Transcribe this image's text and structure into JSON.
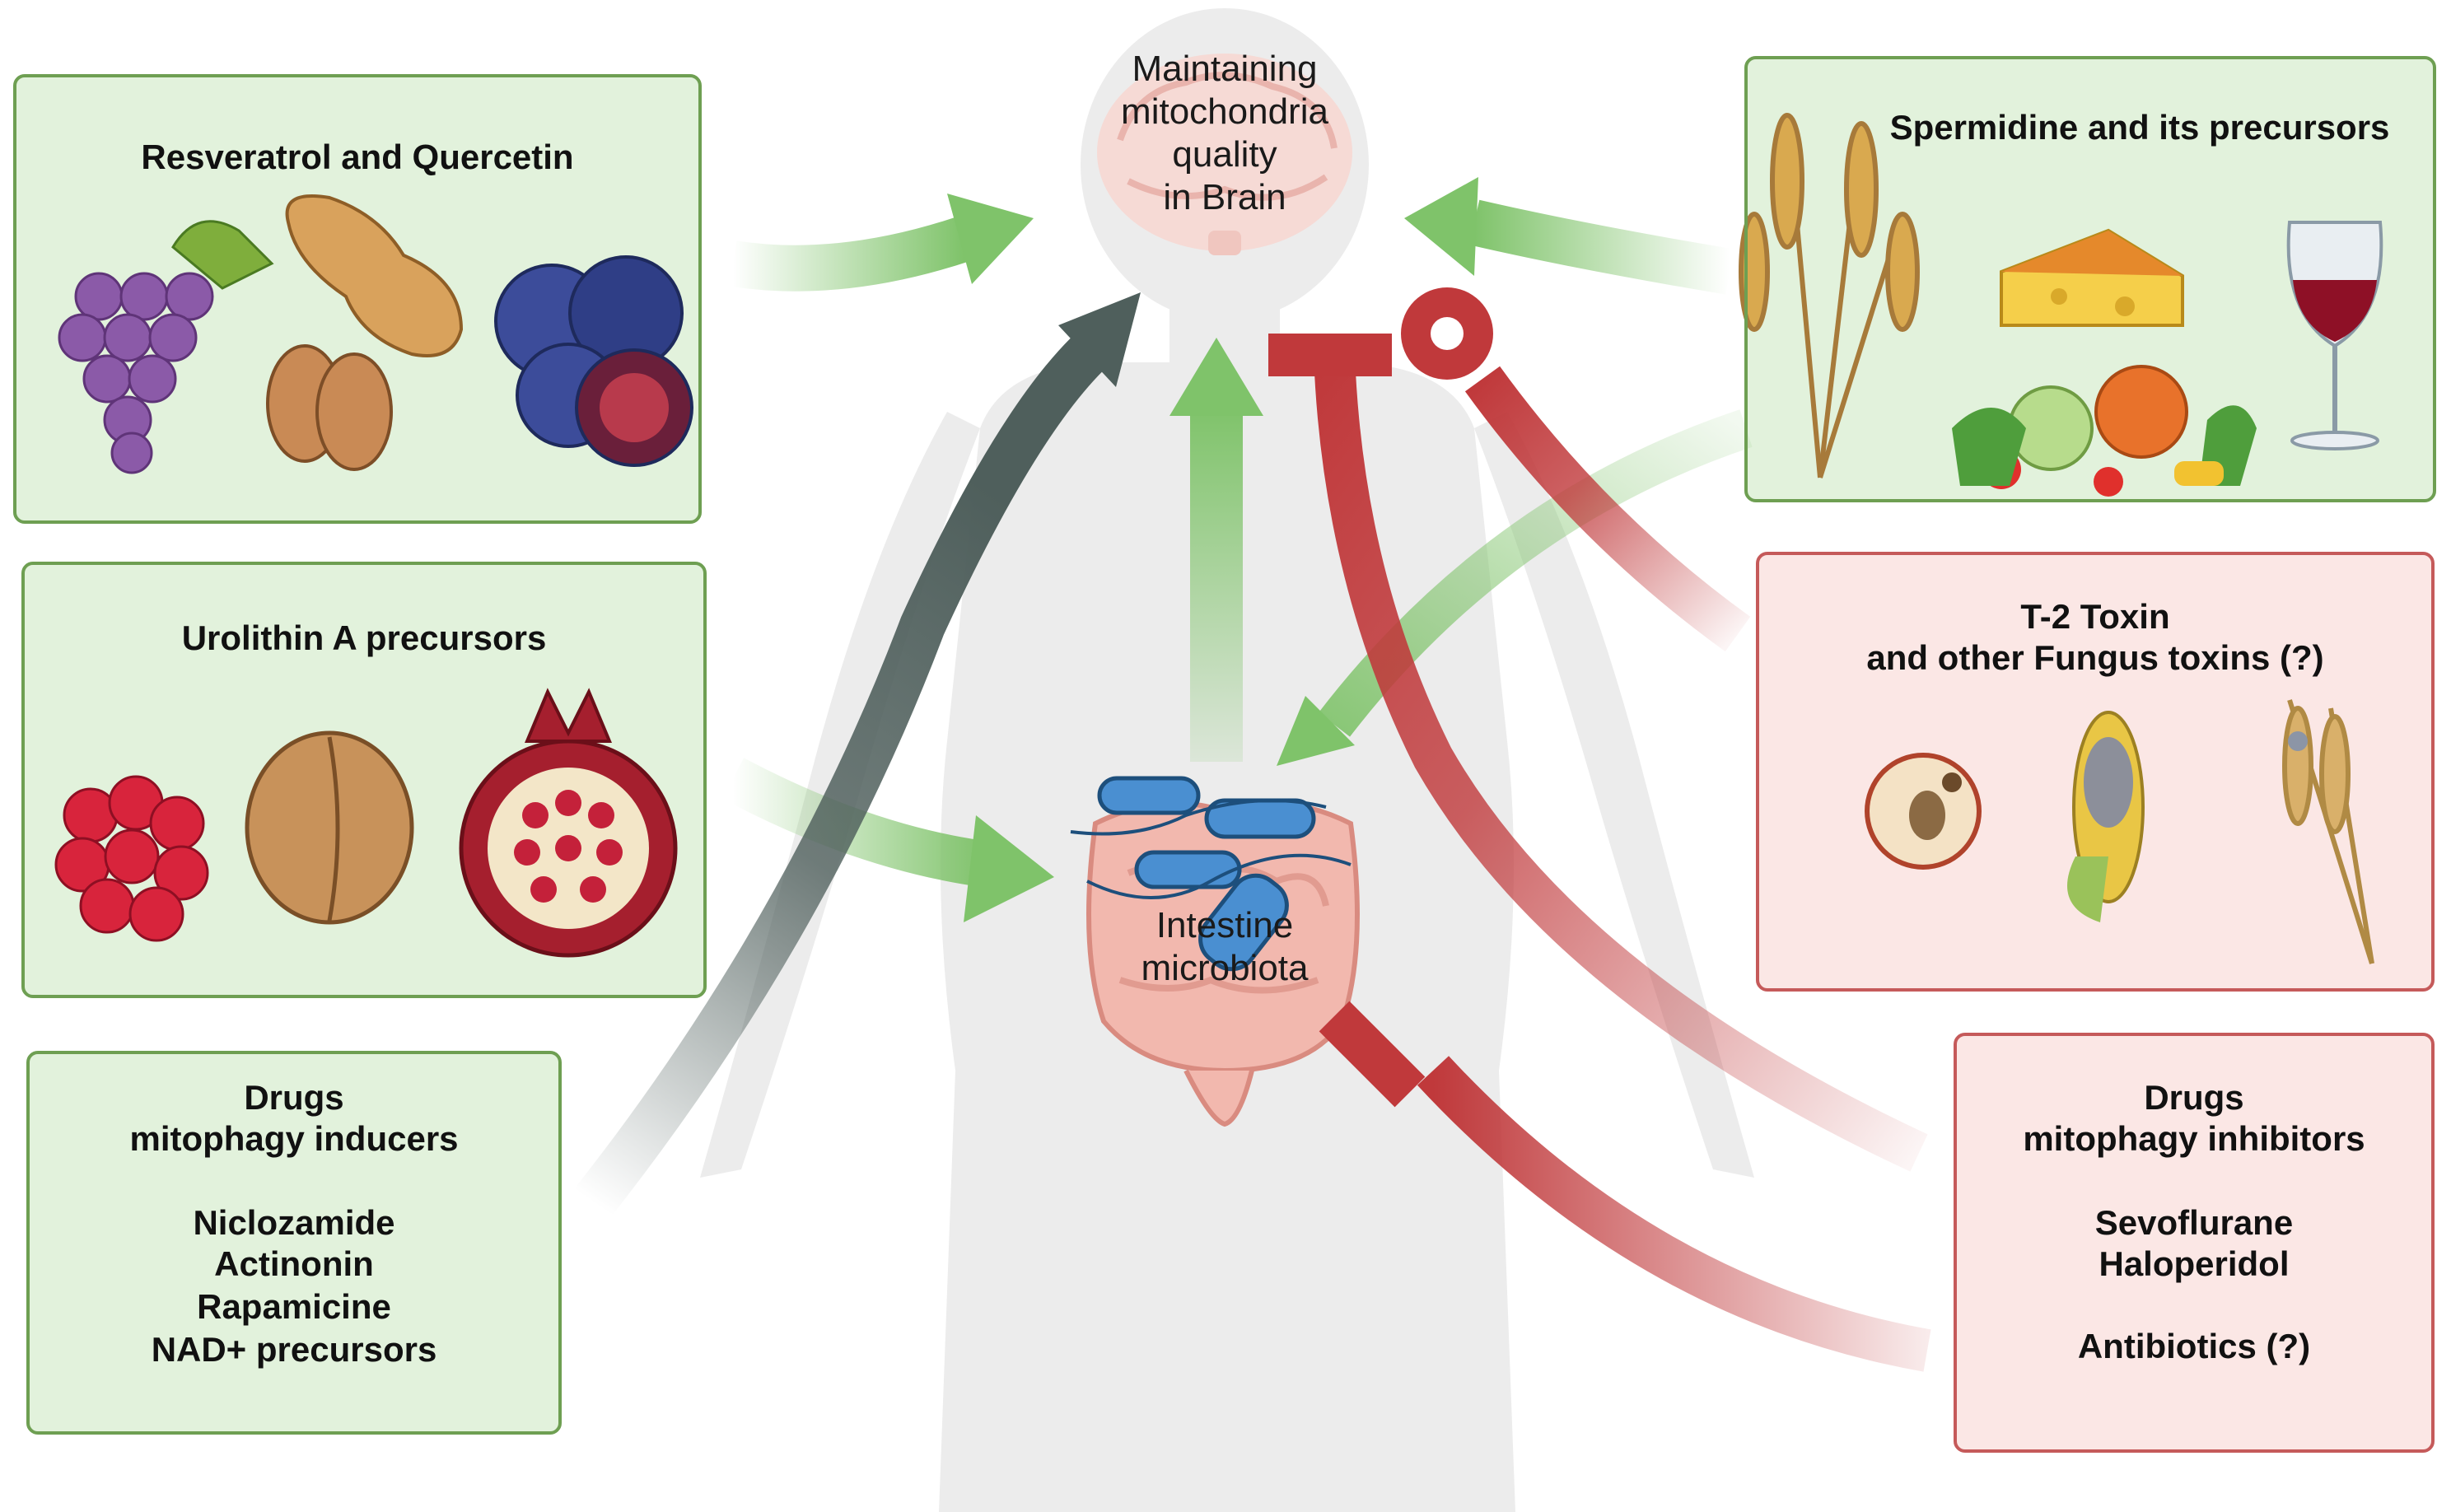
{
  "brain_label": [
    "Maintaining",
    "mitochondria",
    "quality",
    "in Brain"
  ],
  "intestine_label": [
    "Intestine",
    "microbiota"
  ],
  "boxes": {
    "resveratrol": {
      "title": "Resveratrol and Quercetin",
      "icons": [
        "grapes-icon",
        "peanut-icon",
        "almonds-icon",
        "blueberries-icon"
      ]
    },
    "urolithin": {
      "title": "Urolithin A precursors",
      "icons": [
        "raspberry-icon",
        "walnut-icon",
        "pomegranate-icon"
      ]
    },
    "drugs_inducers": {
      "lines": [
        "Drugs",
        "mitophagy inducers",
        "",
        "Niclozamide",
        "Actinonin",
        "Rapamicine",
        "NAD+ precursors"
      ]
    },
    "spermidine": {
      "title": "Spermidine and its precursors",
      "icons": [
        "wheat-icon",
        "cheese-icon",
        "vegetables-icon",
        "wine-glass-icon"
      ]
    },
    "t2toxin": {
      "lines": [
        "T-2 Toxin",
        "and other Fungus toxins (?)"
      ],
      "icons": [
        "moldy-apple-icon",
        "moldy-corn-icon",
        "moldy-wheat-icon"
      ]
    },
    "drugs_inhibitors": {
      "lines": [
        "Drugs",
        "mitophagy inhibitors",
        "",
        "Sevoflurane",
        "Haloperidol",
        "",
        "Antibiotics (?)"
      ]
    }
  },
  "colors": {
    "activate": "#7fc36a",
    "inhibit": "#c0393b",
    "inducer_arrow": "#4f5f5c",
    "green_box": "#e2f2dc",
    "red_box": "#fbe7e5"
  }
}
